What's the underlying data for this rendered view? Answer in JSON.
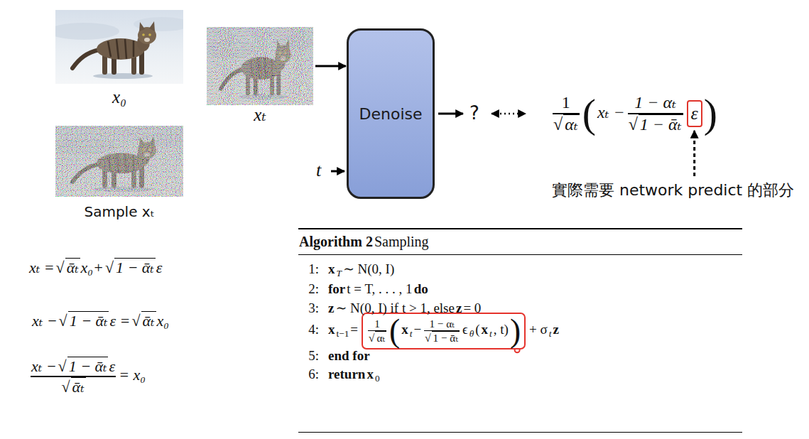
{
  "diagram": {
    "nodes": [
      {
        "text": [
          "x₀"
        ]
      },
      {
        "text": [
          "xₜ"
        ]
      },
      {
        "text": [
          "Denoise"
        ]
      },
      {
        "text": [
          "ε"
        ]
      },
      {
        "text": [
          "Sample xₜ"
        ]
      },
      {
        "text": [
          "Algorithm 2",
          "Sampling",
          "1:",
          "x",
          "T",
          "∼ N(0, I)",
          "2:",
          "for",
          "t = T, . . . , 1",
          "do",
          "3:",
          "z",
          "∼ N(0, I) if t > 1, else",
          "z",
          "= 0",
          "4:",
          "x",
          "t−1",
          "=",
          "+ σ",
          "t",
          "z",
          "5:",
          "end for",
          "6:",
          "return",
          "x",
          "0"
        ]
      },
      {
        "text": [
          "1",
          "√",
          "αₜ",
          "(",
          "x",
          "t",
          "−",
          "1 − αₜ",
          "√",
          "1 − ᾱₜ",
          "ϵ",
          "θ",
          "(",
          "x",
          "t",
          ", t)",
          ")"
        ],
        "in": 5
      }
    ],
    "edges": [
      {
        "from": 1,
        "to": 2,
        "arrow": "to"
      }
    ],
    "labels": [
      "1",
      "√",
      "αₜ",
      "(",
      "xₜ −",
      "1 − αₜ",
      "√",
      "1 − ᾱₜ",
      ")",
      "?",
      "t",
      "實際需要 network predict 的部分",
      "xₜ =",
      "√",
      "ᾱₜ",
      "x₀+",
      "√",
      "1 − ᾱₜ",
      "ε",
      "xₜ −",
      "√",
      "1 − ᾱₜ",
      "ε =",
      "√",
      "ᾱₜ",
      "x₀",
      "xₜ −",
      "√",
      "1 − ᾱₜ",
      "ε",
      "√",
      "ᾱₜ",
      "= x₀"
    ]
  }
}
